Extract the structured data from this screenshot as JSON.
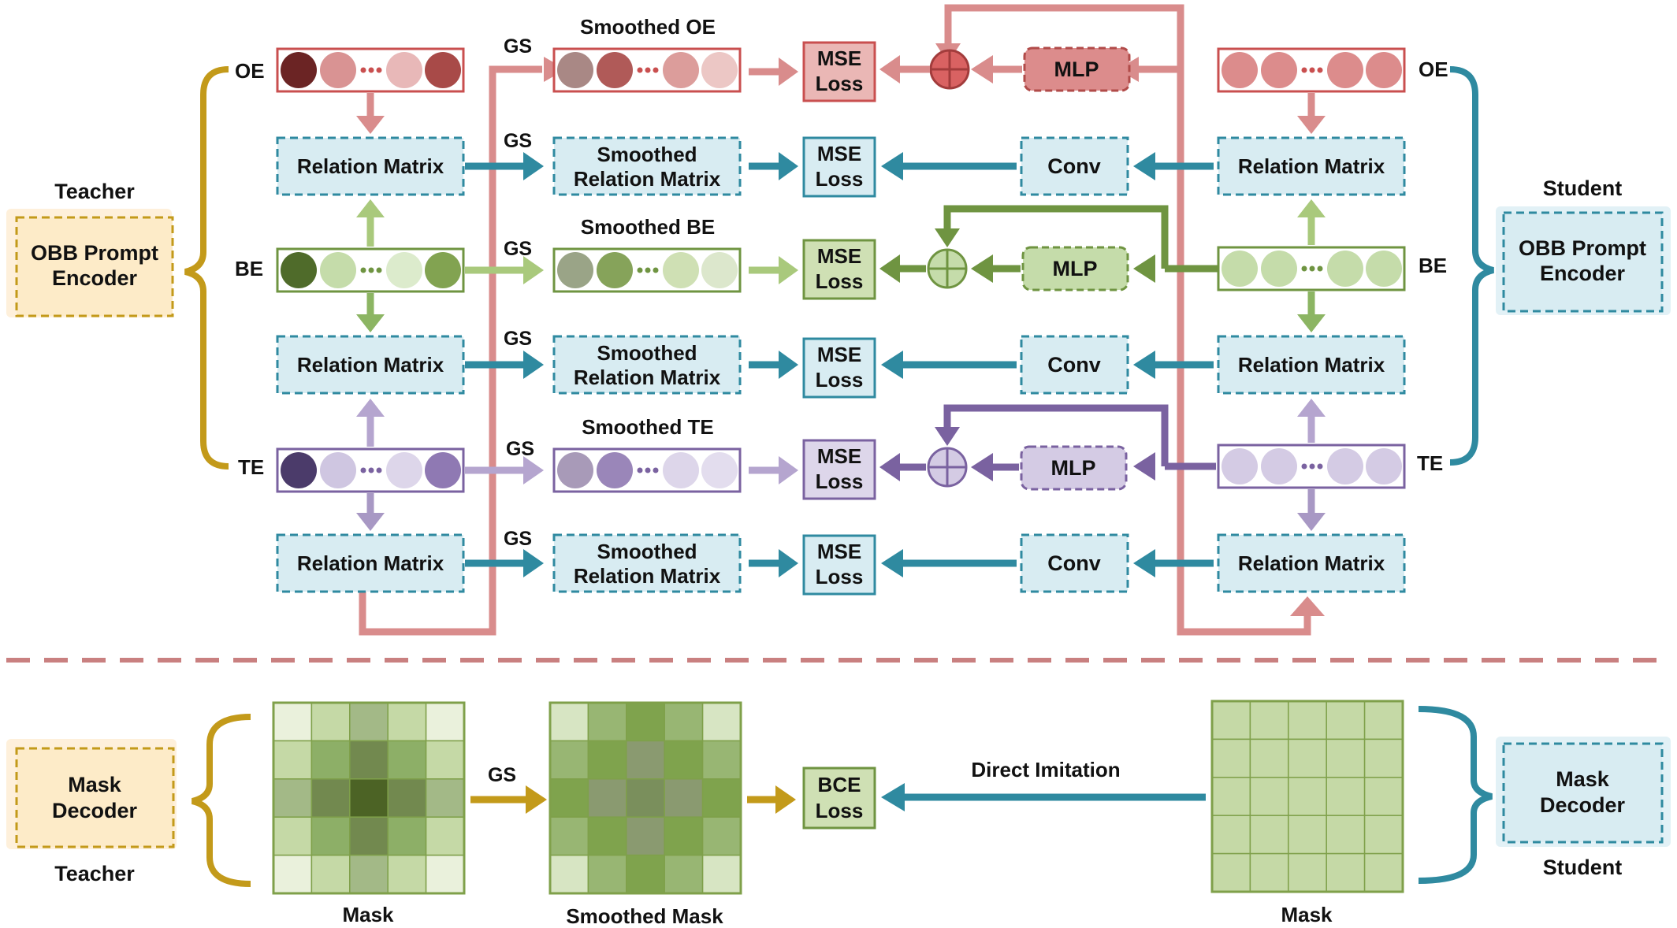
{
  "labels": {
    "teacher": "Teacher",
    "student": "Student",
    "oe": "OE",
    "be": "BE",
    "te": "TE",
    "gs": "GS",
    "mlp": "MLP",
    "conv": "Conv",
    "relation_matrix": "Relation Matrix",
    "mse": "MSE",
    "loss": "Loss",
    "smoothed": "Smoothed",
    "smoothed_oe": "Smoothed OE",
    "smoothed_be": "Smoothed BE",
    "smoothed_te": "Smoothed TE",
    "bce": "BCE",
    "direct_imitation": "Direct Imitation",
    "mask": "Mask",
    "smoothed_mask": "Smoothed Mask"
  },
  "encoders": {
    "teacher_prompt": [
      "OBB Prompt",
      "Encoder"
    ],
    "student_prompt": [
      "OBB Prompt",
      "Encoder"
    ],
    "teacher_mask": [
      "Mask",
      "Decoder"
    ],
    "student_mask": [
      "Mask",
      "Decoder"
    ]
  },
  "colors": {
    "oe": "#c94f4f",
    "oe_light": "#d98c8c",
    "be": "#6f9441",
    "be_light": "#a9c97c",
    "te": "#7a62a0",
    "te_light": "#b5a5cf",
    "relation": "#2f8aa0",
    "relation_fill": "#d8ecf2",
    "gold": "#c39a1a",
    "teal": "#2f8aa0",
    "encoder_fill": "#fdebc8",
    "divider": "#c98080"
  },
  "cells": {
    "oe_teacher": [
      "#6b2424",
      "#d99393",
      "#e8b8b8",
      "#a84a48"
    ],
    "oe_smoothed": [
      "#a98885",
      "#b05a58",
      "#dc9d9b",
      "#ecc7c5"
    ],
    "oe_student": [
      "#dc8c8c",
      "#dc8c8c",
      "#dc8c8c",
      "#dc8c8c"
    ],
    "be_teacher": [
      "#4f6b2a",
      "#c5dcaa",
      "#dcebcc",
      "#82a351"
    ],
    "be_smoothed": [
      "#9aa487",
      "#86a35a",
      "#cfe0b4",
      "#dce7cc"
    ],
    "be_student": [
      "#c5dcaa",
      "#c5dcaa",
      "#c5dcaa",
      "#c5dcaa"
    ],
    "te_teacher": [
      "#4b3b6a",
      "#cfc6e1",
      "#ddd6ea",
      "#8f79b3"
    ],
    "te_smoothed": [
      "#a89ab8",
      "#9a86b9",
      "#ddd6ea",
      "#e3ddee"
    ],
    "te_student": [
      "#d4cbe4",
      "#d4cbe4",
      "#d4cbe4",
      "#d4cbe4"
    ]
  },
  "grids": {
    "mask": [
      [
        "#eaf1dc",
        "#c5d9a6",
        "#a3b987",
        "#c5d9a6",
        "#eaf1dc"
      ],
      [
        "#c5d9a6",
        "#8daf67",
        "#72894f",
        "#8daf67",
        "#c5d9a6"
      ],
      [
        "#a3b987",
        "#72894f",
        "#4c6325",
        "#72894f",
        "#a3b987"
      ],
      [
        "#c5d9a6",
        "#8daf67",
        "#72894f",
        "#8daf67",
        "#c5d9a6"
      ],
      [
        "#eaf1dc",
        "#c5d9a6",
        "#a3b987",
        "#c5d9a6",
        "#eaf1dc"
      ]
    ],
    "smoothed_mask": [
      [
        "#d7e5c3",
        "#98b673",
        "#7fa34d",
        "#98b673",
        "#d7e5c3"
      ],
      [
        "#98b673",
        "#7fa34d",
        "#8a9a70",
        "#7fa34d",
        "#98b673"
      ],
      [
        "#7fa34d",
        "#8a9a70",
        "#7a8f5c",
        "#8a9a70",
        "#7fa34d"
      ],
      [
        "#98b673",
        "#7fa34d",
        "#8a9a70",
        "#7fa34d",
        "#98b673"
      ],
      [
        "#d7e5c3",
        "#98b673",
        "#7fa34d",
        "#98b673",
        "#d7e5c3"
      ]
    ],
    "student_mask": [
      [
        "#c5d9a6",
        "#c5d9a6",
        "#c5d9a6",
        "#c5d9a6",
        "#c5d9a6"
      ],
      [
        "#c5d9a6",
        "#c5d9a6",
        "#c5d9a6",
        "#c5d9a6",
        "#c5d9a6"
      ],
      [
        "#c5d9a6",
        "#c5d9a6",
        "#c5d9a6",
        "#c5d9a6",
        "#c5d9a6"
      ],
      [
        "#c5d9a6",
        "#c5d9a6",
        "#c5d9a6",
        "#c5d9a6",
        "#c5d9a6"
      ],
      [
        "#c5d9a6",
        "#c5d9a6",
        "#c5d9a6",
        "#c5d9a6",
        "#c5d9a6"
      ]
    ]
  }
}
